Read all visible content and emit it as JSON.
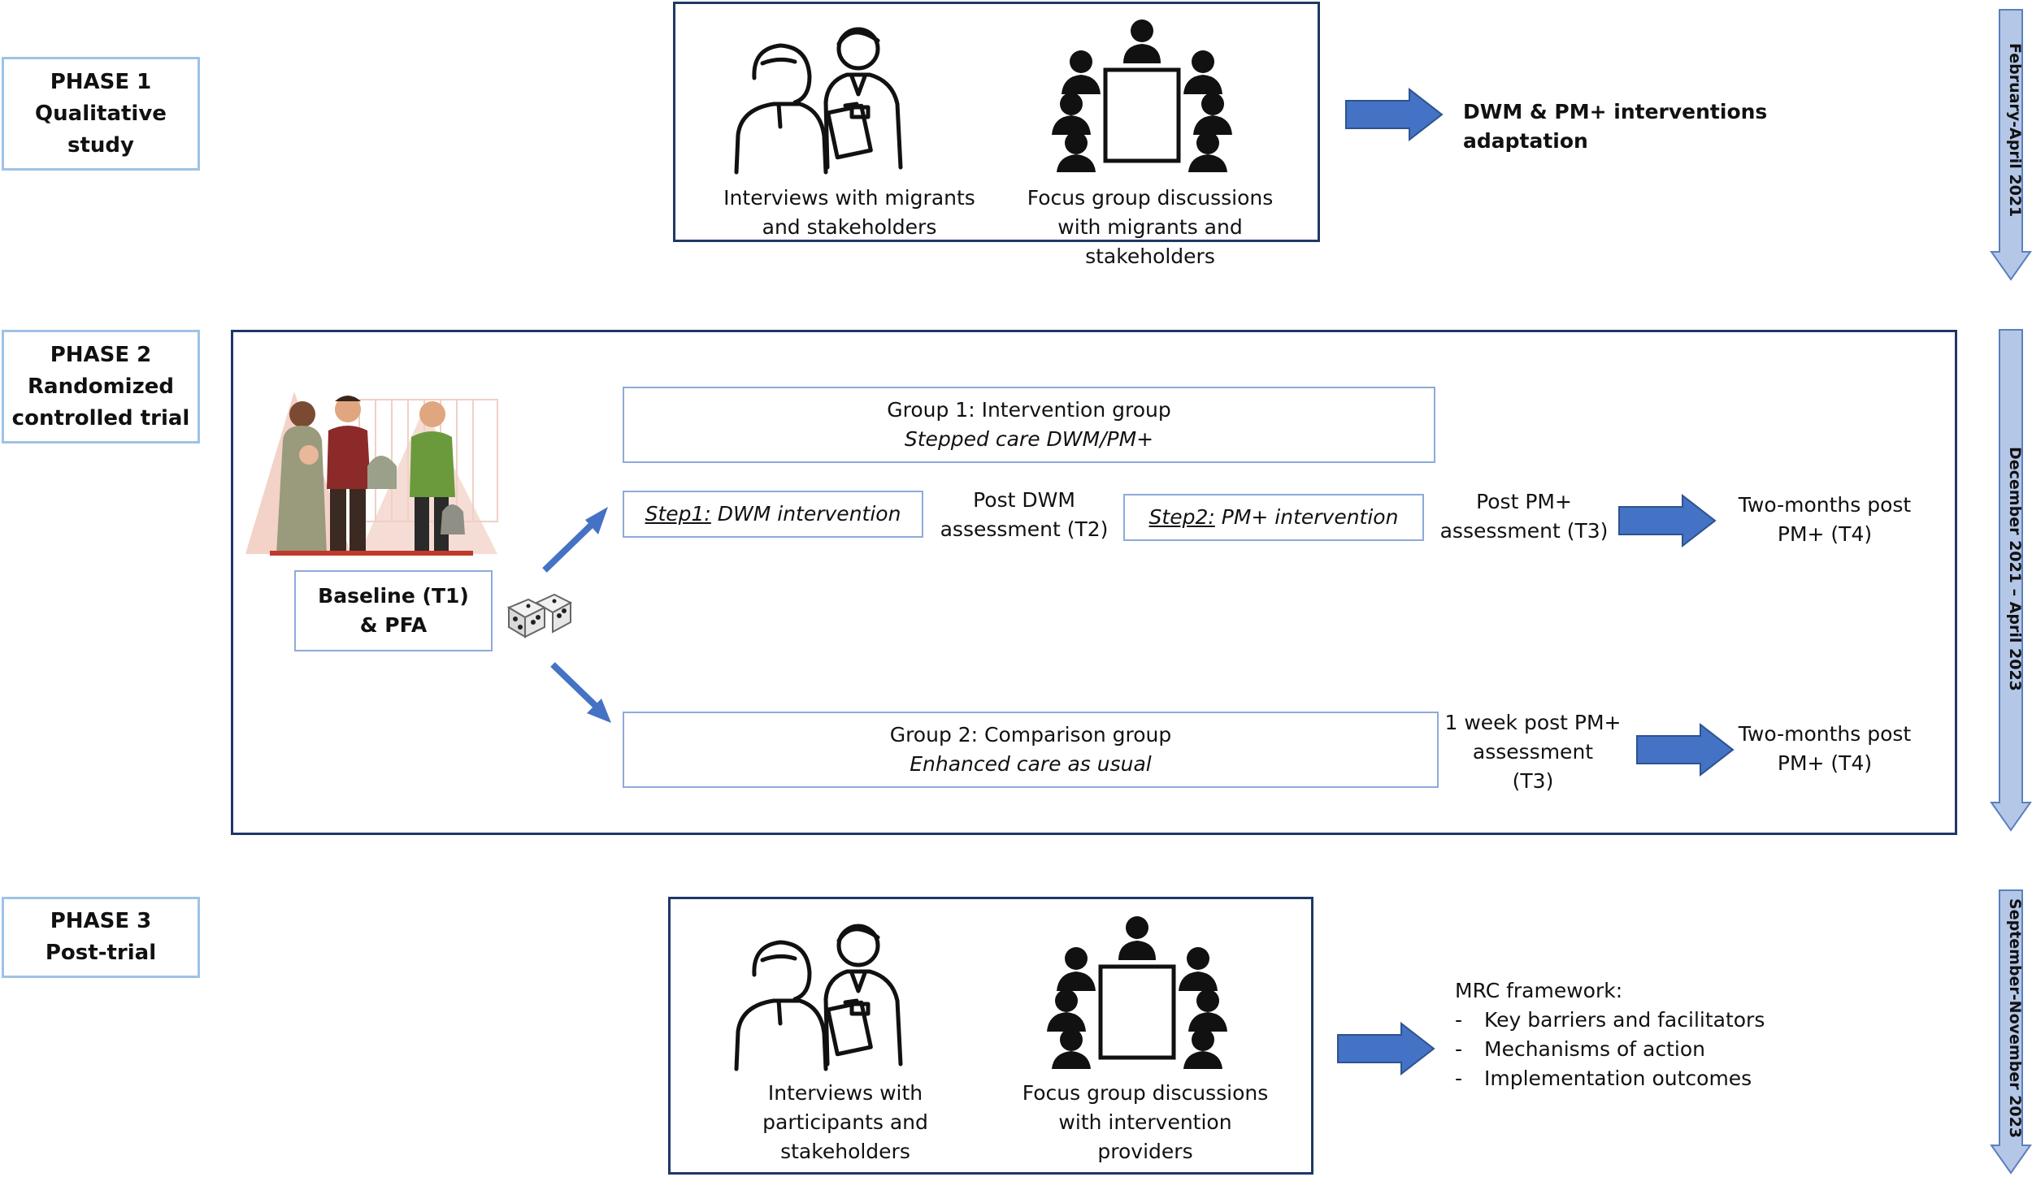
{
  "phase1": {
    "label_lines": [
      "PHASE 1",
      "Qualitative",
      "study"
    ],
    "interview_caption": [
      "Interviews with migrants",
      "and stakeholders"
    ],
    "focus_caption": [
      "Focus group discussions",
      "with migrants and",
      "stakeholders"
    ],
    "outcome": "DWM & PM+ interventions adaptation",
    "timeline": "February-April 2021"
  },
  "phase2": {
    "label_lines": [
      "PHASE 2",
      "Randomized",
      "controlled trial"
    ],
    "baseline_lines": [
      "Baseline (T1)",
      "& PFA"
    ],
    "group1_title": "Group 1: Intervention group",
    "group1_subtitle": "Stepped care DWM/PM+",
    "step1_prefix": "Step1:",
    "step1_text": " DWM intervention",
    "post_dwm_lines": [
      "Post DWM",
      "assessment (T2)"
    ],
    "step2_prefix": "Step2:",
    "step2_text": " PM+ intervention",
    "post_pm_lines": [
      "Post PM+",
      "assessment (T3)"
    ],
    "two_months_g1": [
      "Two-months post",
      "PM+ (T4)"
    ],
    "group2_title": "Group 2: Comparison group",
    "group2_subtitle": "Enhanced care as usual",
    "week_post_lines": [
      "1 week post PM+",
      "assessment",
      "(T3)"
    ],
    "two_months_g2": [
      "Two-months post",
      "PM+ (T4)"
    ],
    "timeline": "December 2021 – April 2023"
  },
  "phase3": {
    "label_lines": [
      "PHASE 3",
      "Post-trial"
    ],
    "interview_caption": [
      "Interviews with",
      "participants and",
      "stakeholders"
    ],
    "focus_caption": [
      "Focus group discussions",
      "with intervention",
      "providers"
    ],
    "mrc_title": "MRC framework:",
    "mrc_items": [
      "Key barriers and facilitators",
      "Mechanisms of action",
      "Implementation outcomes"
    ],
    "timeline": "September-November 2023"
  },
  "colors": {
    "arrow_blue": "#4472c4",
    "arrow_dark": "#2f528f",
    "light_border": "#8eaadb",
    "phase_border": "#9dc3e6",
    "frame_dark": "#1f3864",
    "timeline_fill": "#b4c7e7",
    "timeline_stroke": "#5b7fc0"
  },
  "icons": [
    "interview-icon",
    "focus-group-icon",
    "migrants-illustration-icon",
    "dice-icon",
    "right-arrow-icon",
    "down-arrow-icon"
  ]
}
